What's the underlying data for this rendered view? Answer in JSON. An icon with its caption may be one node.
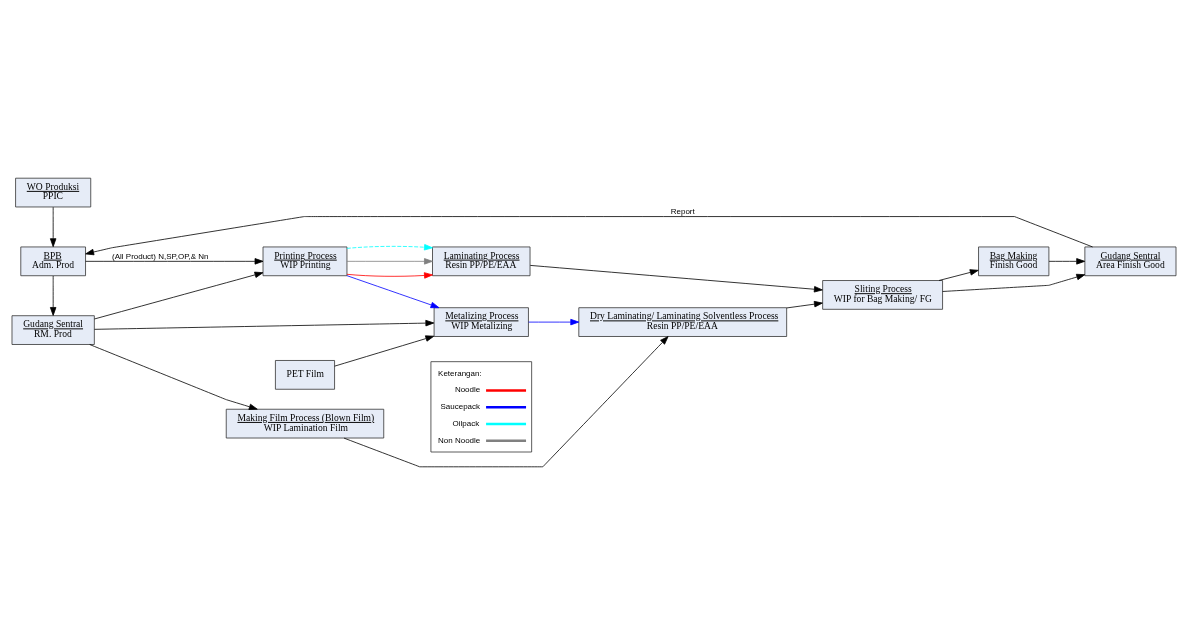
{
  "diagram": {
    "nodes": [
      {
        "text": [
          "WO Produksi",
          "PPIC"
        ]
      },
      {
        "text": [
          "BPB",
          "Adm. Prod"
        ]
      },
      {
        "text": [
          "Gudang Sentral",
          "RM. Prod"
        ]
      },
      {
        "text": [
          "Printing Process",
          "WIP Printing"
        ]
      },
      {
        "text": [
          "Laminating Process",
          "Resin PP/PE/EAA"
        ]
      },
      {
        "text": [
          "Metalizing Process",
          "WIP Metalizing"
        ]
      },
      {
        "text": [
          "Dry Laminating/ Laminating Solventless Process",
          "Resin PP/PE/EAA"
        ]
      },
      {
        "text": [
          "PET Film"
        ]
      },
      {
        "text": [
          "Making Film Process (Blown Film)",
          "WIP Lamination Film"
        ]
      },
      {
        "text": [
          "Sliting Process",
          "WIP for Bag Making/ FG"
        ]
      },
      {
        "text": [
          "Gudang Sentral",
          "Area Finish Good"
        ]
      },
      {
        "text": [
          "Bag Making",
          "Finish Good"
        ]
      }
    ],
    "edges": [
      {
        "from": 0,
        "to": 1,
        "arrow": "to"
      },
      {
        "from": 1,
        "to": 3,
        "arrow": "to",
        "label": "(All Product) N,SP,OP,& Nn"
      },
      {
        "from": 1,
        "to": 2,
        "arrow": "to"
      },
      {
        "from": 2,
        "to": 3,
        "arrow": "to"
      },
      {
        "from": 2,
        "to": 5,
        "arrow": "to"
      },
      {
        "from": 2,
        "to": 8,
        "arrow": "to"
      },
      {
        "from": 3,
        "to": 4,
        "arrow": "to",
        "color": "#ff0000"
      },
      {
        "from": 3,
        "to": 4,
        "arrow": "to",
        "color": "#808080"
      },
      {
        "from": 3,
        "to": 4,
        "arrow": "to",
        "color": "#00ffff",
        "style": "dashed"
      },
      {
        "from": 3,
        "to": 5,
        "arrow": "to",
        "color": "#0000ff"
      },
      {
        "from": 5,
        "to": 6,
        "arrow": "to",
        "color": "#0000ff"
      },
      {
        "from": 7,
        "to": 5,
        "arrow": "to"
      },
      {
        "from": 8,
        "to": 6,
        "arrow": "to"
      },
      {
        "from": 4,
        "to": 9,
        "arrow": "to"
      },
      {
        "from": 6,
        "to": 9,
        "arrow": "to"
      },
      {
        "from": 9,
        "to": 10,
        "arrow": "to"
      },
      {
        "from": 9,
        "to": 11,
        "arrow": "to"
      },
      {
        "from": 11,
        "to": 10,
        "arrow": "to"
      },
      {
        "from": 10,
        "to": 1,
        "arrow": "to",
        "label": "Report"
      }
    ],
    "labels": [
      "Keterangan:"
    ],
    "legend": [
      {
        "text": "Noodle"
      },
      {
        "text": "Saucepack"
      },
      {
        "text": "Oilpack"
      },
      {
        "text": "Non Noodle"
      }
    ]
  }
}
